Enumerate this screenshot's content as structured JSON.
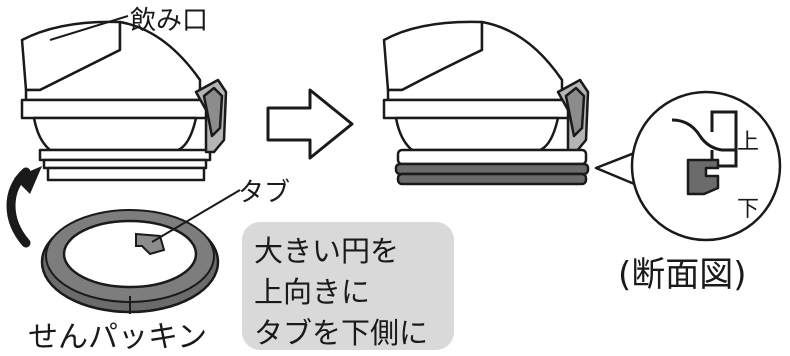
{
  "labels": {
    "mouthpiece": "飲み口",
    "tab": "タブ",
    "packing": "せんパッキン",
    "cross_section": "(断面図)",
    "up": "上",
    "down": "下"
  },
  "note": {
    "line1": "大きい円を",
    "line2": "上向きに",
    "line3": "タブを下側に"
  },
  "colors": {
    "line": "#1a1a1a",
    "ring": "#6b6b6b",
    "note_bg": "#d9d9d9",
    "tab": "#8c8c8c"
  }
}
